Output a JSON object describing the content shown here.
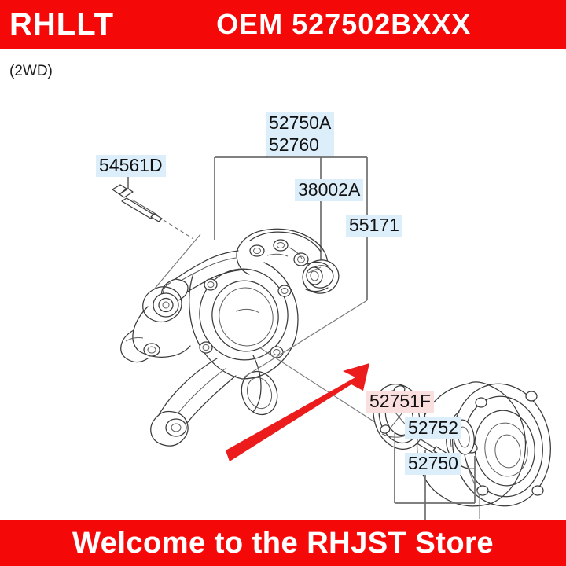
{
  "header": {
    "brand": "RHLLT",
    "oem_label": "OEM  527502BXXX",
    "accent_color": "#f50808",
    "text_color": "#ffffff"
  },
  "subheader": {
    "drive_type": "(2WD)"
  },
  "footer": {
    "message": "Welcome to the RHJST Store",
    "accent_color": "#f50808"
  },
  "diagram": {
    "title": "Rear axle knuckle / wheel hub exploded parts diagram",
    "highlight_colors": {
      "standard": "#ddeefb",
      "featured": "#fadfdf",
      "arrow": "#ec1c1c"
    },
    "callouts": [
      {
        "id": "c1",
        "number": "52750A",
        "highlight": "standard",
        "part": "knuckle-assembly"
      },
      {
        "id": "c2",
        "number": "52760",
        "highlight": "standard",
        "part": "carrier-assembly"
      },
      {
        "id": "c3",
        "number": "54561D",
        "highlight": "standard",
        "part": "flange-bolt"
      },
      {
        "id": "c4",
        "number": "38002A",
        "highlight": "standard",
        "part": "bushing"
      },
      {
        "id": "c5",
        "number": "55171",
        "highlight": "standard",
        "part": "knuckle-bushing"
      },
      {
        "id": "c6",
        "number": "52751F",
        "highlight": "featured",
        "part": "rear-brake-dust-cover"
      },
      {
        "id": "c7",
        "number": "52752",
        "highlight": "standard",
        "part": "hub-mounting-bolt"
      },
      {
        "id": "c8",
        "number": "52750",
        "highlight": "standard",
        "part": "front-wheel-hub-bearing"
      }
    ],
    "arrow": {
      "name": "highlight-arrow",
      "color": "#ec1c1c",
      "points_to": "52751F"
    }
  }
}
